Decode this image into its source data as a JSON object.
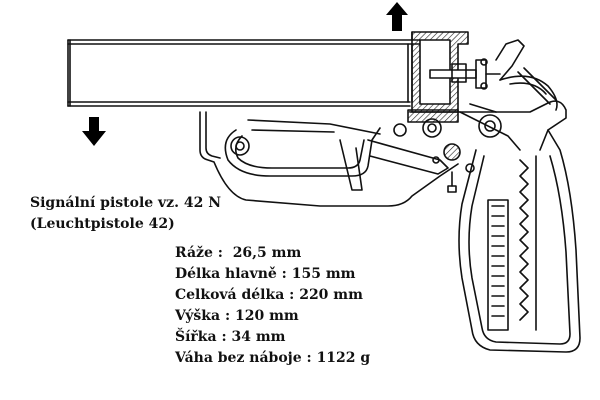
{
  "diagram": {
    "title": "Signální pistole vz. 42 N",
    "subtitle": "(Leuchtpistole 42)",
    "specs": [
      {
        "label": "Ráže :",
        "value": "26,5 mm"
      },
      {
        "label": "Délka hlavně :",
        "value": "155 mm"
      },
      {
        "label": "Celková délka :",
        "value": "220 mm"
      },
      {
        "label": "Výška :",
        "value": "120 mm"
      },
      {
        "label": "Šířka :",
        "value": "34 mm"
      },
      {
        "label": "Váha bez náboje :",
        "value": "1122 g"
      }
    ],
    "arrows": [
      {
        "name": "arrow-up-icon",
        "direction": "up"
      },
      {
        "name": "arrow-down-icon",
        "direction": "down"
      }
    ]
  }
}
